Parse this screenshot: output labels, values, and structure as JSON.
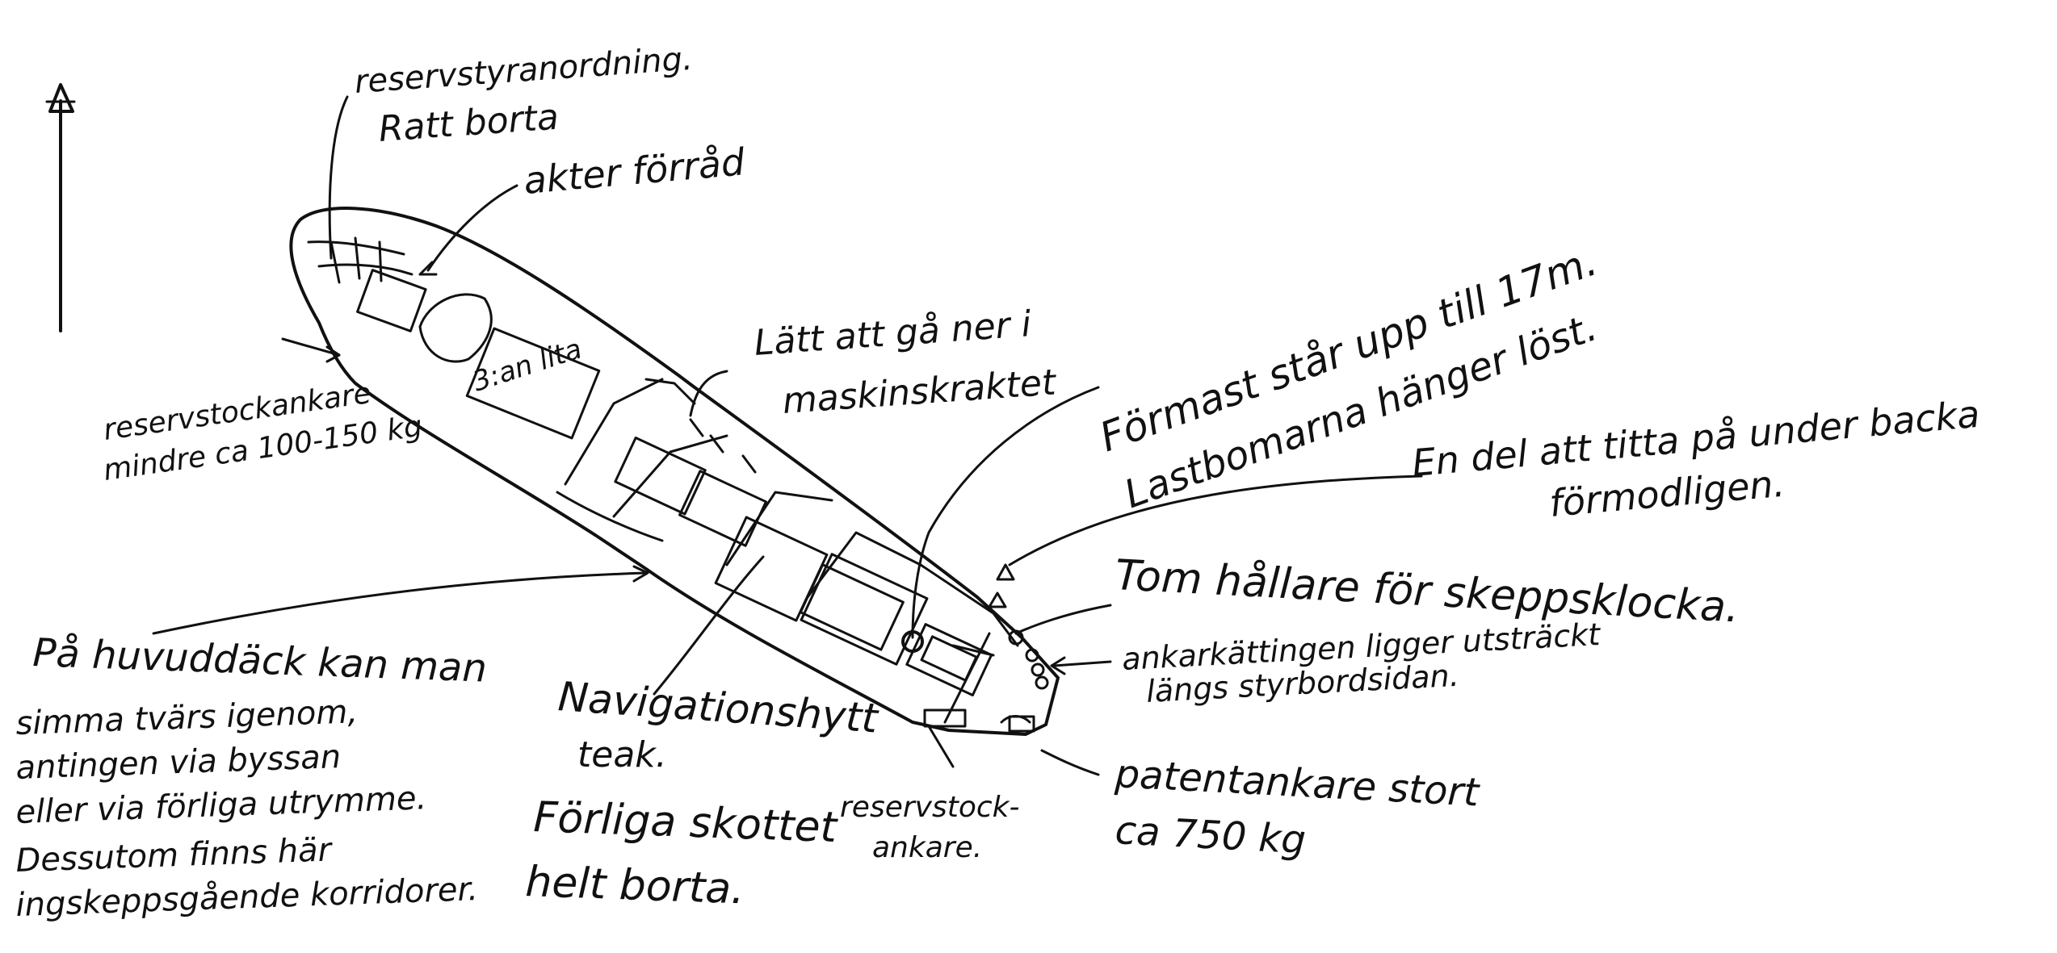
{
  "colors": {
    "ink": "#111111",
    "paper": "#ffffff"
  },
  "north_arrow": {
    "icon": "north-arrow-icon"
  },
  "labels": {
    "reservstyr_1": "reservstyranordning.",
    "reservstyr_2": "Ratt borta",
    "akter": "akter förråd",
    "lucka": "3:an lita",
    "reservankare_1": "reservstockankare",
    "reservankare_2": "mindre ca 100-150 kg",
    "latt_1": "Lätt att gå ner i",
    "latt_2": "maskinskraktet",
    "formast_1": "Förmast står upp till 17m.",
    "formast_2": "Lastbomarna hänger löst.",
    "fel_1": "En del att titta på under backa",
    "fel_2": "förmodligen.",
    "hallare": "Tom hållare för skeppsklocka.",
    "ankarkatting_1": "ankarkättingen ligger utsträckt",
    "ankarkatting_2": "längs styrbordsidan.",
    "huvud_1": "På huvuddäck kan man",
    "huvud_2": "simma tvärs igenom,",
    "huvud_3": "antingen via byssan",
    "huvud_4": "eller via förliga utrymme.",
    "huvud_5": "Dessutom finns här",
    "huvud_6": "ingskeppsgående korridorer.",
    "navhytt_1": "Navigationshytt",
    "navhytt_2": "teak.",
    "forliga_1": "Förliga skottet",
    "forliga_2": "helt borta.",
    "reservstock_1": "reservstock-",
    "reservstock_2": "ankare.",
    "patent_1": "patentankare stort",
    "patent_2": "ca 750 kg"
  }
}
